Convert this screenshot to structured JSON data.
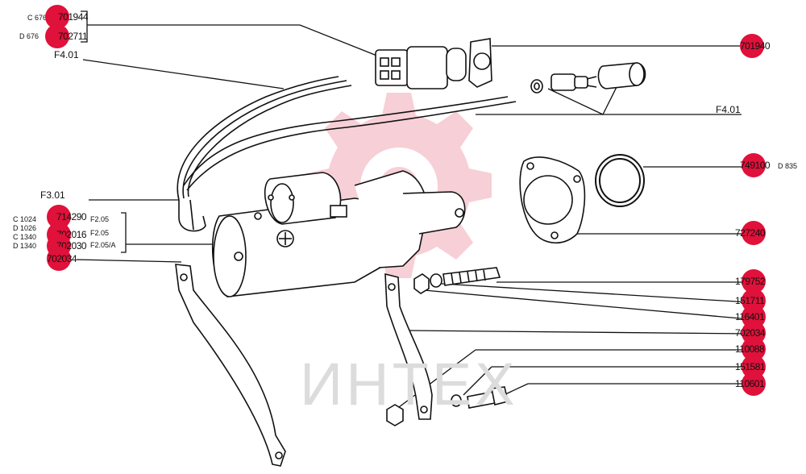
{
  "watermark": {
    "text": "ИНТЕХ",
    "gear_color": "#f7cfd6",
    "text_color": "#dcdcdc"
  },
  "badge_color": "#e0113a",
  "labels": {
    "c676": "C 676",
    "d676": "D 676",
    "f401_top": "F4.01",
    "f401_right": "F4.01",
    "f301": "F3.01",
    "c1024": "C 1024",
    "d1026": "D 1026",
    "c1340": "C 1340",
    "d1340": "D 1340",
    "f205_a": "F2.05",
    "f205_b": "F2.05",
    "f205a": "F2.05/A",
    "d835": "D 835"
  },
  "part_numbers": {
    "p_701944": "701944",
    "p_702711": "702711",
    "p_701940": "701940",
    "p_714290": "714290",
    "p_702016": "702016",
    "p_702030": "702030",
    "p_702034_left": "702034",
    "p_749100": "749100",
    "p_727240": "727240",
    "p_179752": "179752",
    "p_151711": "151711",
    "p_116401": "116401",
    "p_702034_right": "702034",
    "p_110088": "110088",
    "p_151581": "151581",
    "p_110601": "110601"
  }
}
